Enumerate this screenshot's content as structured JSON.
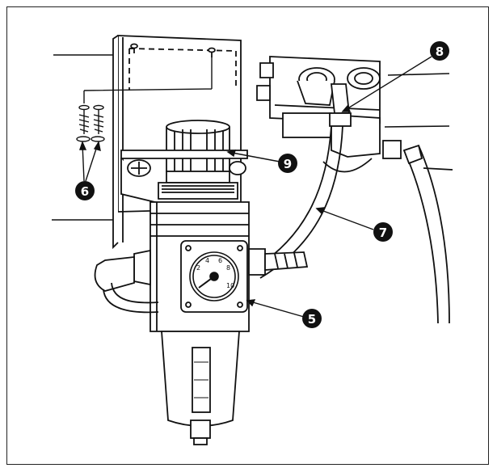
{
  "figure": {
    "callouts": [
      {
        "id": "callout-5",
        "label": "5"
      },
      {
        "id": "callout-6",
        "label": "6"
      },
      {
        "id": "callout-7",
        "label": "7"
      },
      {
        "id": "callout-8",
        "label": "8"
      },
      {
        "id": "callout-9",
        "label": "9"
      }
    ],
    "gauge": {
      "scale_labels": [
        "2",
        "4",
        "6",
        "8",
        "10"
      ]
    }
  }
}
